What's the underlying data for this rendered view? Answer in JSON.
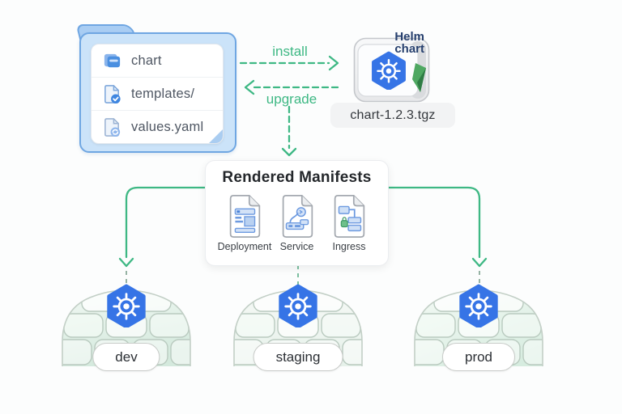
{
  "palette": {
    "arrow_green": "#3eb884",
    "k8s_blue": "#3674e6",
    "helm_navy": "#27406e",
    "folder_blue": "#cbe3f9",
    "folder_border_blue": "#6fa6e2",
    "stub_gray_green": "#96b3a4"
  },
  "folder": {
    "items": [
      {
        "icon": "chart-folder-icon",
        "label": "chart"
      },
      {
        "icon": "file-check-icon",
        "label": "templates/"
      },
      {
        "icon": "file-sync-icon",
        "label": "values.yaml"
      }
    ]
  },
  "flows": {
    "install_label": "install",
    "upgrade_label": "upgrade"
  },
  "package": {
    "title": "Helm chart",
    "filename": "chart-1.2.3.tgz",
    "icon": "kubernetes-helm-hexagon-icon"
  },
  "manifests": {
    "title": "Rendered Manifests",
    "items": [
      {
        "icon": "deployment-doc-icon",
        "label": "Deployment"
      },
      {
        "icon": "service-doc-icon",
        "label": "Service"
      },
      {
        "icon": "ingress-doc-icon",
        "label": "Ingress"
      }
    ]
  },
  "clusters": [
    {
      "icon": "kubernetes-helm-hexagon-icon",
      "label": "dev"
    },
    {
      "icon": "kubernetes-helm-hexagon-icon",
      "label": "staging"
    },
    {
      "icon": "kubernetes-helm-hexagon-icon",
      "label": "prod"
    }
  ]
}
